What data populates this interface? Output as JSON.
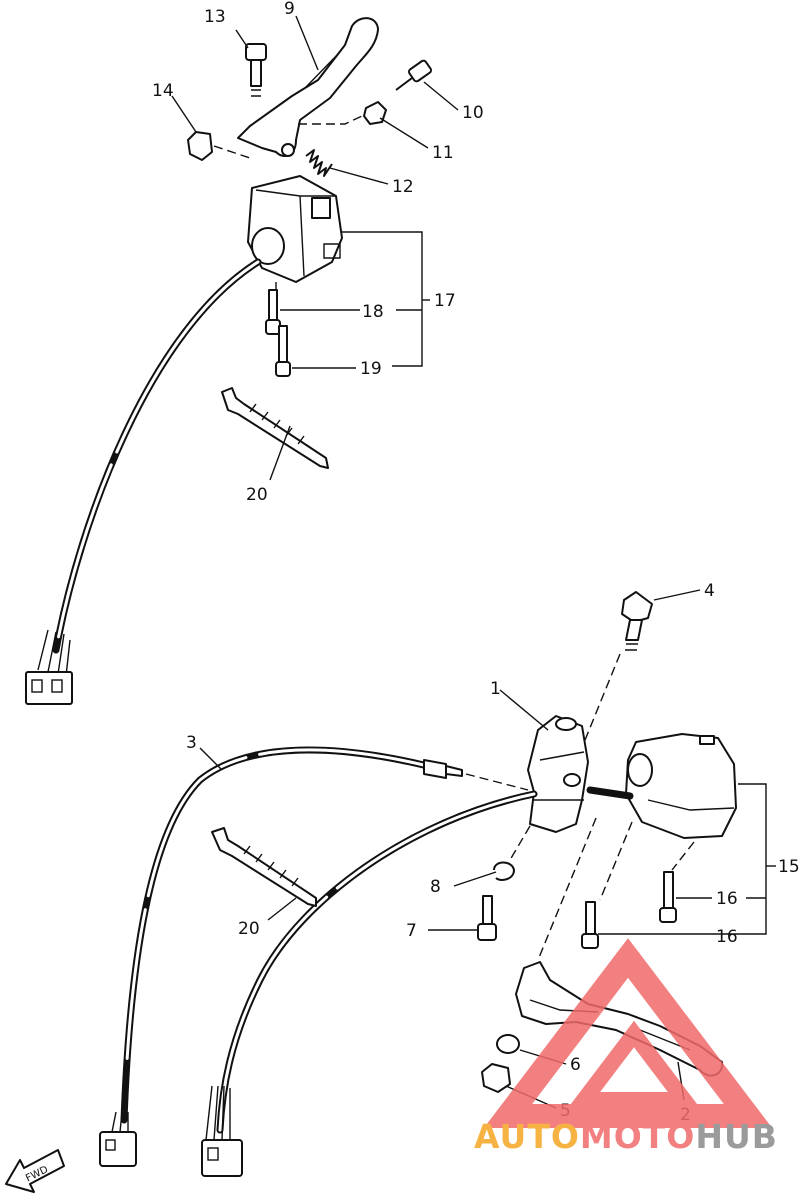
{
  "labels": {
    "l1": "1",
    "l2": "2",
    "l3": "3",
    "l4": "4",
    "l5": "5",
    "l6": "6",
    "l7": "7",
    "l8": "8",
    "l9": "9",
    "l10": "10",
    "l11": "11",
    "l12": "12",
    "l13": "13",
    "l14": "14",
    "l15": "15",
    "l16a": "16",
    "l16b": "16",
    "l17": "17",
    "l18": "18",
    "l19": "19",
    "l20a": "20",
    "l20b": "20"
  },
  "fwd": "FWD",
  "watermark": {
    "part1": "AUTO",
    "part2": "MOTO",
    "part3": "HUB",
    "color1": "#f5a623",
    "color2": "#f26b6b",
    "color3": "#8a8a8a"
  }
}
